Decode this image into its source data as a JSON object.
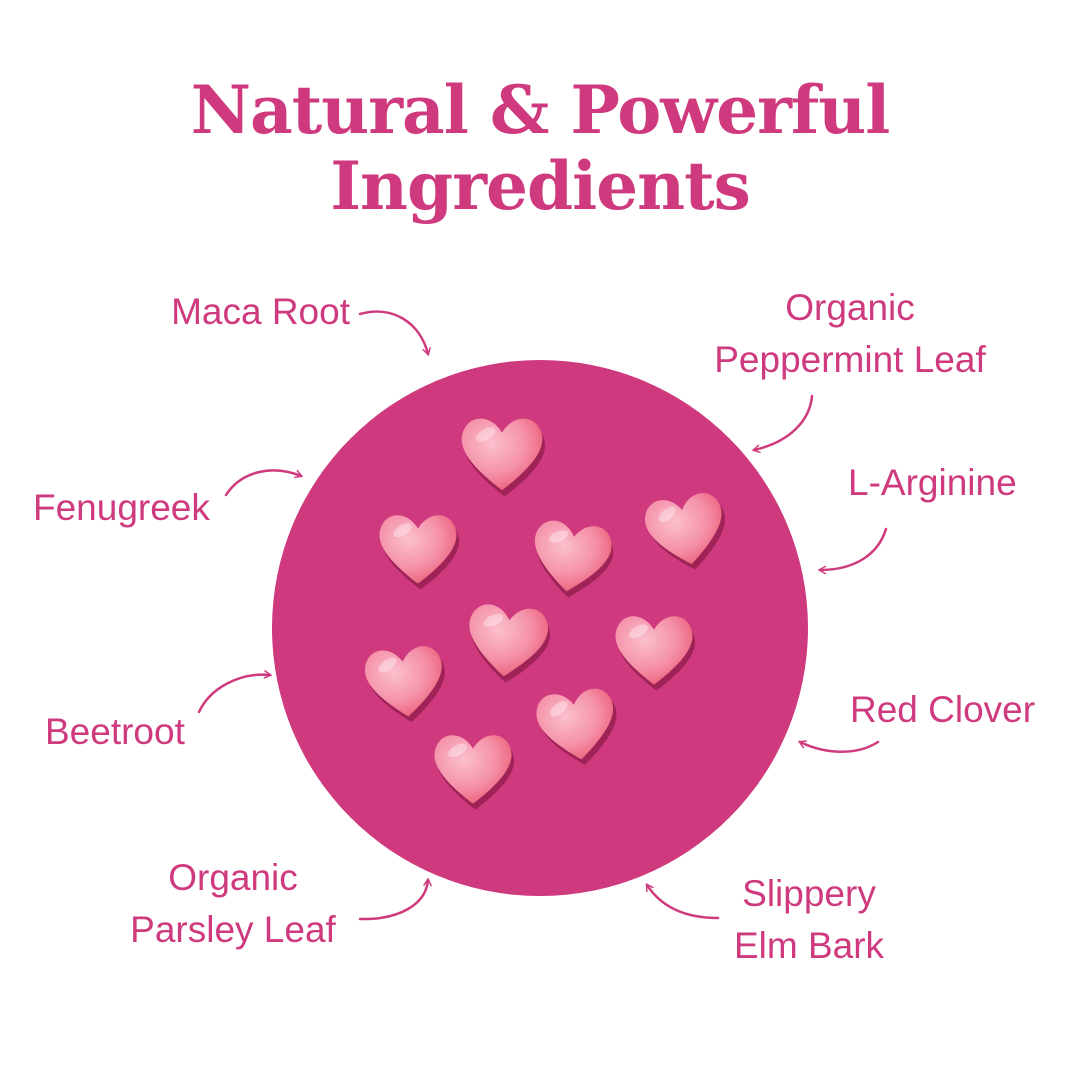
{
  "colors": {
    "accent": "#cf3a7e",
    "gummy": "#f07a97",
    "background": "#ffffff"
  },
  "title": {
    "line1": "Natural & Powerful",
    "line2": "Ingredients"
  },
  "ingredients": {
    "maca_root": "Maca Root",
    "peppermint_line1": "Organic",
    "peppermint_line2": "Peppermint Leaf",
    "fenugreek": "Fenugreek",
    "l_arginine": "L-Arginine",
    "beetroot": "Beetroot",
    "red_clover": "Red Clover",
    "parsley_line1": "Organic",
    "parsley_line2": "Parsley Leaf",
    "slippery_line1": "Slippery",
    "slippery_line2": "Elm Bark"
  },
  "image": {
    "gummy_shape": "heart-gummy-icon",
    "gummy_count": 9
  }
}
